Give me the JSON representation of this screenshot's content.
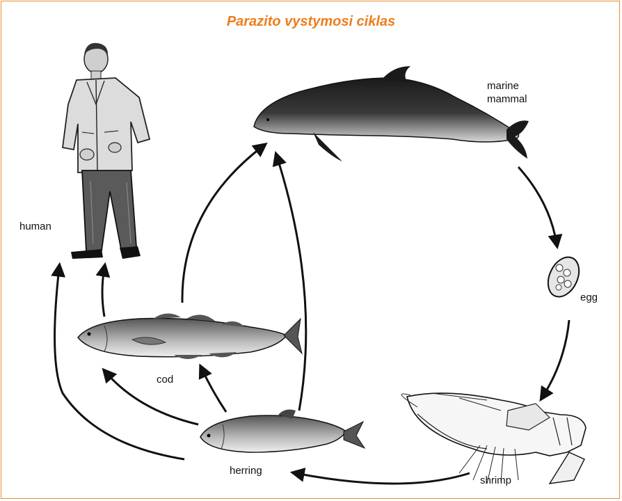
{
  "title": "Parazito vystymosi ciklas",
  "labels": {
    "marine_mammal_line1": "marine",
    "marine_mammal_line2": "mammal",
    "egg": "egg",
    "shrimp": "shrimp",
    "herring": "herring",
    "cod": "cod",
    "human": "human"
  },
  "colors": {
    "title": "#ee7d1c",
    "border": "#e88a2c",
    "ink": "#111111"
  }
}
